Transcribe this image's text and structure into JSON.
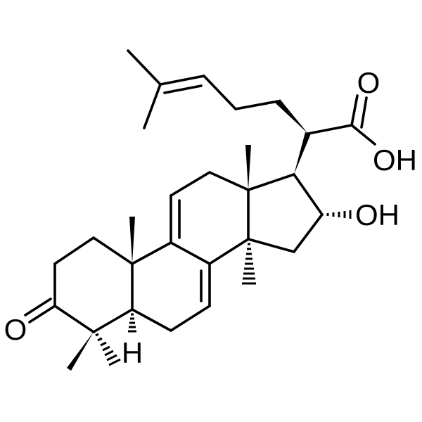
{
  "labels": {
    "ketone_oxygen": "O",
    "alpha_hydrogen": "H",
    "hydroxyl": "OH",
    "acid_carbonyl_oxygen": "O",
    "acid_hydroxyl": "OH"
  }
}
